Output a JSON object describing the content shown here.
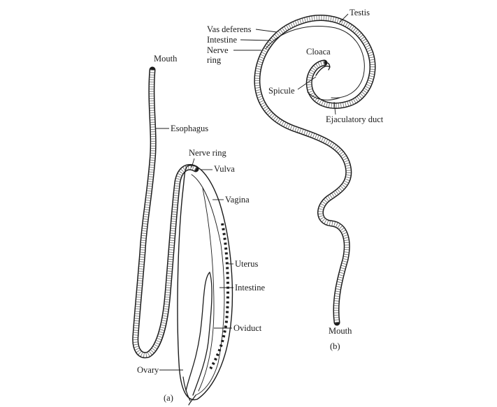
{
  "figure_a": {
    "caption": "(a)",
    "labels": {
      "mouth": "Mouth",
      "esophagus": "Esophagus",
      "nerve_ring": "Nerve ring",
      "vulva": "Vulva",
      "vagina": "Vagina",
      "uterus": "Uterus",
      "intestine": "Intestine",
      "oviduct": "Oviduct",
      "ovary": "Ovary"
    }
  },
  "figure_b": {
    "caption": "(b)",
    "labels": {
      "vas_deferens": "Vas deferens",
      "intestine": "Intestine",
      "nerve_ring_line1": "Nerve",
      "nerve_ring_line2": "ring",
      "testis": "Testis",
      "cloaca": "Cloaca",
      "spicule": "Spicule",
      "ejaculatory_duct": "Ejaculatory duct",
      "mouth": "Mouth"
    }
  }
}
